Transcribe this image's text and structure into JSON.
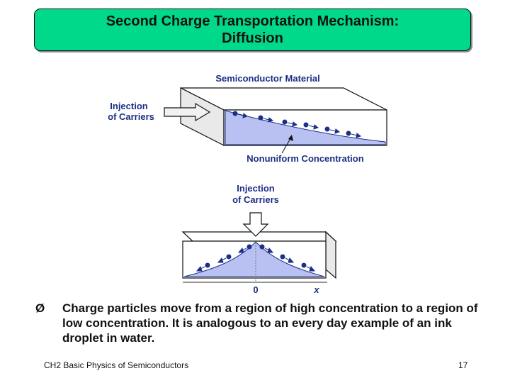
{
  "title": {
    "line1": "Second Charge Transportation Mechanism:",
    "line2": "Diffusion"
  },
  "diagram_top": {
    "material_label": "Semiconductor Material",
    "injection_line1": "Injection",
    "injection_line2": "of Carriers",
    "nonuniform_label": "Nonuniform Concentration"
  },
  "diagram_bottom": {
    "injection_line1": "Injection",
    "injection_line2": "of Carriers",
    "origin_label": "0",
    "x_label": "x"
  },
  "bullet": {
    "marker": "Ø",
    "text": "Charge particles move from a region of high concentration to a region of low concentration.  It is analogous to an every day example of an ink droplet in water."
  },
  "footer": {
    "left": "CH2   Basic Physics of Semiconductors",
    "page": "17"
  },
  "colors": {
    "title_bg": "#00d98a",
    "diagram_label": "#1b2f86",
    "concentration_fill": "#b9c0f2",
    "block_face": "#ffffff",
    "block_shade": "#e6e6e6"
  }
}
